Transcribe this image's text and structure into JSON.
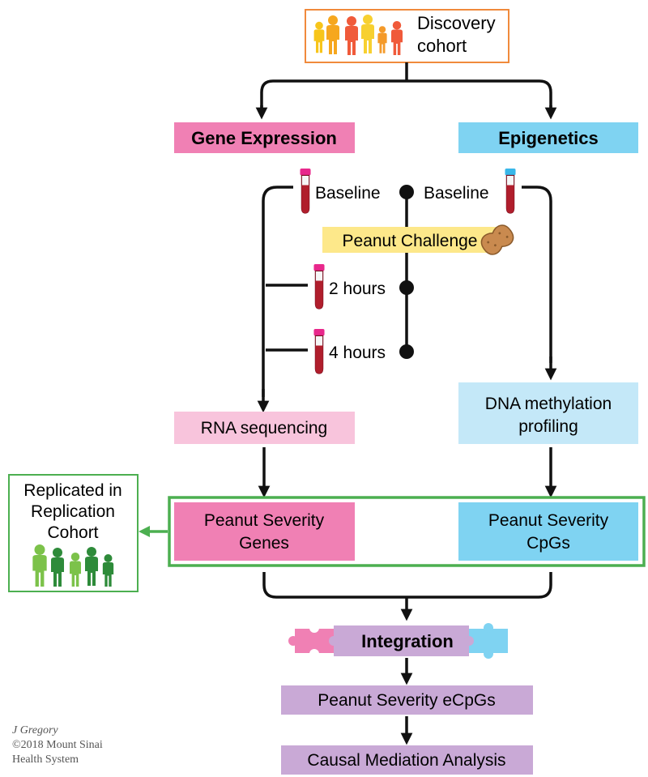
{
  "cohort": {
    "label_line1": "Discovery",
    "label_line2": "cohort"
  },
  "gene_expression": {
    "label": "Gene Expression"
  },
  "epigenetics": {
    "label": "Epigenetics"
  },
  "timeline": {
    "baseline_left": "Baseline",
    "baseline_right": "Baseline",
    "challenge": "Peanut Challenge",
    "two_hours": "2 hours",
    "four_hours": "4 hours"
  },
  "rna_seq": {
    "label": "RNA sequencing"
  },
  "dna_methylation": {
    "line1": "DNA methylation",
    "line2": "profiling"
  },
  "severity_genes": {
    "line1": "Peanut Severity",
    "line2": "Genes"
  },
  "severity_cpgs": {
    "line1": "Peanut Severity",
    "line2": "CpGs"
  },
  "replicated": {
    "line1": "Replicated in",
    "line2": "Replication",
    "line3": "Cohort"
  },
  "integration": {
    "label": "Integration"
  },
  "ecpgs": {
    "label": "Peanut Severity eCpGs"
  },
  "mediation": {
    "label": "Causal Mediation Analysis"
  },
  "credit": {
    "line1": "J Gregory",
    "line2": "©2018 Mount Sinai",
    "line3": "Health System"
  },
  "colors": {
    "pink": "#f080b4",
    "light_pink": "#f8c4dc",
    "blue": "#7fd3f2",
    "light_blue": "#c4e8f8",
    "yellow": "#fde88a",
    "purple": "#c9a9d6",
    "green": "#4caf50",
    "orange_border": "#f08a3c",
    "blood": "#b01e2c",
    "peanut": "#c98a4f"
  },
  "icons": [
    "people-group-icon",
    "blood-tube-icon",
    "peanut-icon",
    "puzzle-piece-icon",
    "green-people-icon"
  ]
}
